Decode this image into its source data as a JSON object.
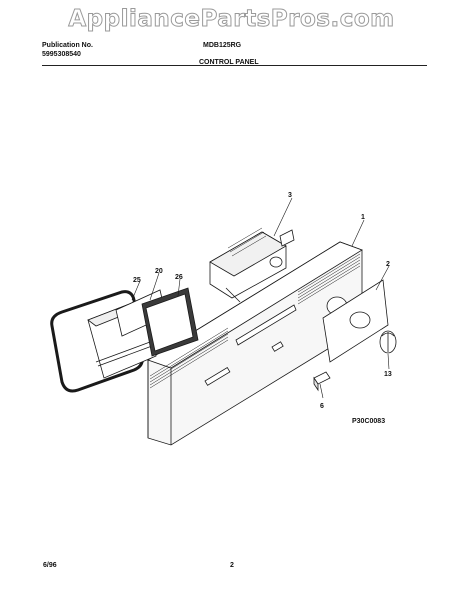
{
  "watermark": "AppliancePartsPros.com",
  "header": {
    "publication_label": "Publication No.",
    "publication_number": "5995308540",
    "model": "MDB125RG",
    "section_title": "CONTROL PANEL"
  },
  "diagram": {
    "callouts": [
      "1",
      "2",
      "3",
      "6",
      "13",
      "20",
      "25",
      "26"
    ],
    "figure_code": "P30C0083"
  },
  "footer": {
    "date": "6/96",
    "page": "2"
  }
}
